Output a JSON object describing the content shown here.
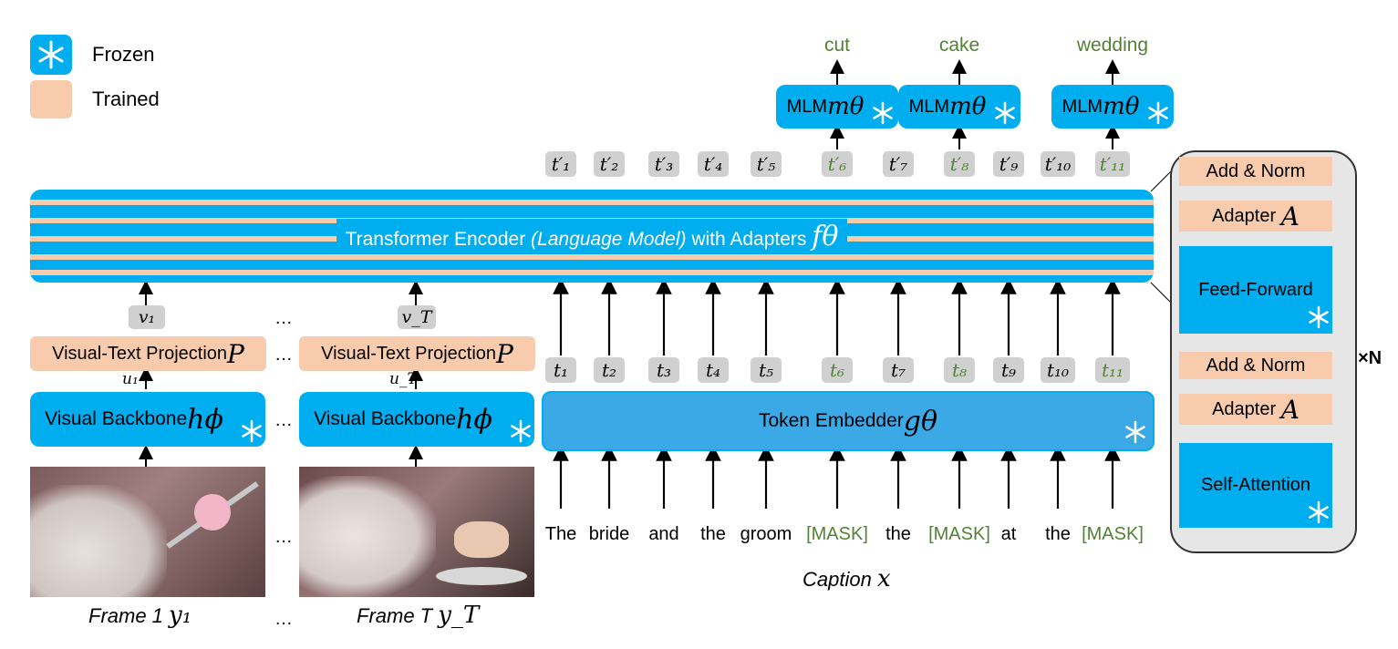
{
  "legend": {
    "frozen": "Frozen",
    "trained": "Trained"
  },
  "encoder": {
    "text": "Transformer Encoder ",
    "paren": "(Language Model)",
    "text2": " with Adapters ",
    "symbol": "fθ"
  },
  "token_embedder": {
    "text": "Token Embedder ",
    "symbol": "gθ"
  },
  "visual_backbone": {
    "text": "Visual Backbone",
    "symbol": "hϕ"
  },
  "projection": {
    "text": "Visual-Text Projection",
    "symbol": "P"
  },
  "mlm": {
    "text": "MLM",
    "symbol": "mθ"
  },
  "mlm_outputs": [
    "cut",
    "cake",
    "wedding"
  ],
  "v_tokens": [
    "v₁",
    "v_T"
  ],
  "u_labels": [
    "u₁",
    "u_T"
  ],
  "t_tokens": [
    "t₁",
    "t₂",
    "t₃",
    "t₄",
    "t₅",
    "t₆",
    "t₇",
    "t₈",
    "t₉",
    "t₁₀",
    "t₁₁"
  ],
  "t_prime_tokens": [
    "t′₁",
    "t′₂",
    "t′₃",
    "t′₄",
    "t′₅",
    "t′₆",
    "t′₇",
    "t′₈",
    "t′₉",
    "t′₁₀",
    "t′₁₁"
  ],
  "caption_words": [
    "The",
    "bride",
    "and",
    "the",
    "groom",
    "[MASK]",
    "the",
    "[MASK]",
    "at",
    "the",
    "[MASK]"
  ],
  "caption_label": {
    "text": "Caption ",
    "symbol": "x"
  },
  "frame_labels": [
    {
      "text": "Frame 1 ",
      "symbol": "y₁"
    },
    {
      "text": "Frame T ",
      "symbol": "y_T"
    }
  ],
  "ellipsis": "…",
  "block": {
    "add_norm": "Add & Norm",
    "adapter": "Adapter",
    "adapter_symbol": "A",
    "feed_forward": "Feed-Forward",
    "self_attention": "Self-Attention",
    "repeat": "×N"
  },
  "colors": {
    "frozen": "#00aeef",
    "trained": "#f8cbad",
    "token": "#d0d0d0",
    "masked_text": "#548235"
  }
}
